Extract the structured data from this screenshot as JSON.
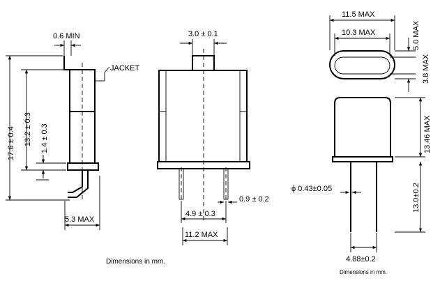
{
  "side_view": {
    "dim_lead_gap": "0.6 MIN",
    "jacket_label": "JACKET",
    "dim_total_height": "17.6 ± 0.4",
    "dim_body_height": "13.2 ± 0.3",
    "dim_base_height": "1.4 ± 0.3",
    "dim_width": "5.3 MAX"
  },
  "front_view": {
    "dim_top_width": "3.0 ± 0.1",
    "dim_lead_dia": "0.9 ± 0.2",
    "dim_lead_spacing": "4.9 ± 0.3",
    "dim_body_width": "11.2 MAX"
  },
  "caption_left": "Dimensions in mm.",
  "right_view": {
    "dim_outer_width": "11.5 MAX",
    "dim_inner_width": "10.3 MAX",
    "dim_depth": "5.0 MAX",
    "dim_base_depth": "3.8 MAX",
    "dim_can_height": "13.46 MAX",
    "dim_lead_dia": "ϕ 0.43±0.05",
    "dim_lead_length": "13.0±0.2",
    "dim_lead_spacing": "4.88±0.2",
    "caption": "Dimensions in mm."
  }
}
